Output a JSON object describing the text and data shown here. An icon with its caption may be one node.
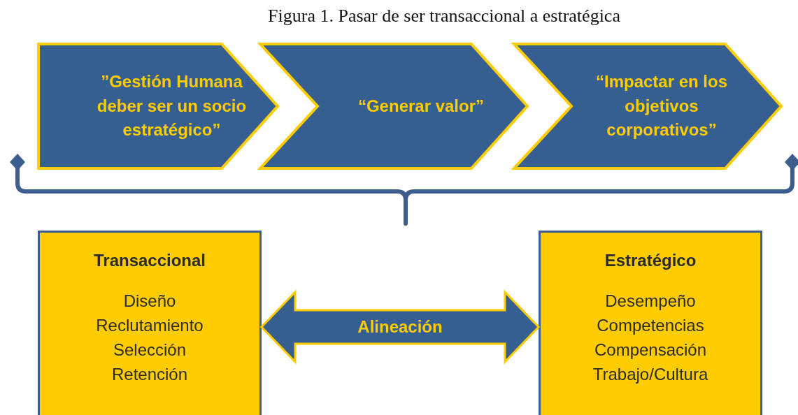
{
  "diagram": {
    "title": "Figura 1. Pasar de ser transaccional a estratégica",
    "nodes": [
      {
        "text": [
          "”Gestión Humana deber ser un socio estratégico”"
        ]
      },
      {
        "text": [
          "“Generar valor”"
        ]
      },
      {
        "text": [
          "“Impactar en los objetivos corporativos”"
        ]
      },
      {
        "text": [
          "Transaccional",
          "Diseño",
          "Reclutamiento",
          "Selección",
          "Retención"
        ]
      },
      {
        "text": [
          "Estratégico",
          "Desempeño",
          "Competencias",
          "Compensación",
          "Trabajo/Cultura"
        ]
      }
    ],
    "edges": [
      {
        "from": 3,
        "to": 4,
        "arrow": "both",
        "label": "Alineación",
        "style": "thick"
      }
    ]
  }
}
